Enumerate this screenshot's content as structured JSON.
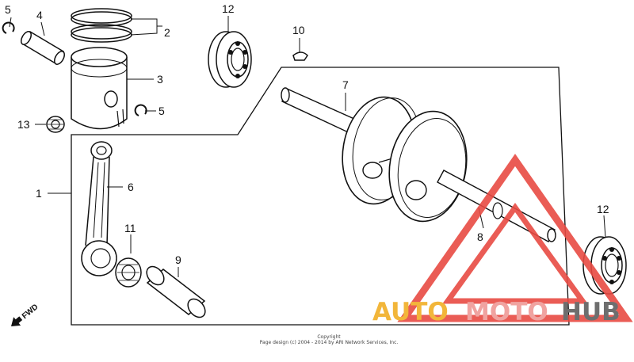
{
  "diagram": {
    "callouts": {
      "c1": "1",
      "c2": "2",
      "c3": "3",
      "c4": "4",
      "c5a": "5",
      "c5b": "5",
      "c6": "6",
      "c7": "7",
      "c8": "8",
      "c9": "9",
      "c10": "10",
      "c11": "11",
      "c12a": "12",
      "c12b": "12",
      "c13": "13"
    },
    "direction_label": "FWD",
    "copyright_line1": "Copyright",
    "copyright_line2": "Page design (c) 2004 - 2014 by ARI Network Services, Inc."
  },
  "watermark": {
    "part1": "AUTO",
    "part2": "MOTO",
    "part3": "HUB",
    "colors": {
      "auto": "#f2b63a",
      "moto": "#f0a3a0",
      "hub": "#6e6e6e",
      "triangle": "#e84a43"
    }
  }
}
